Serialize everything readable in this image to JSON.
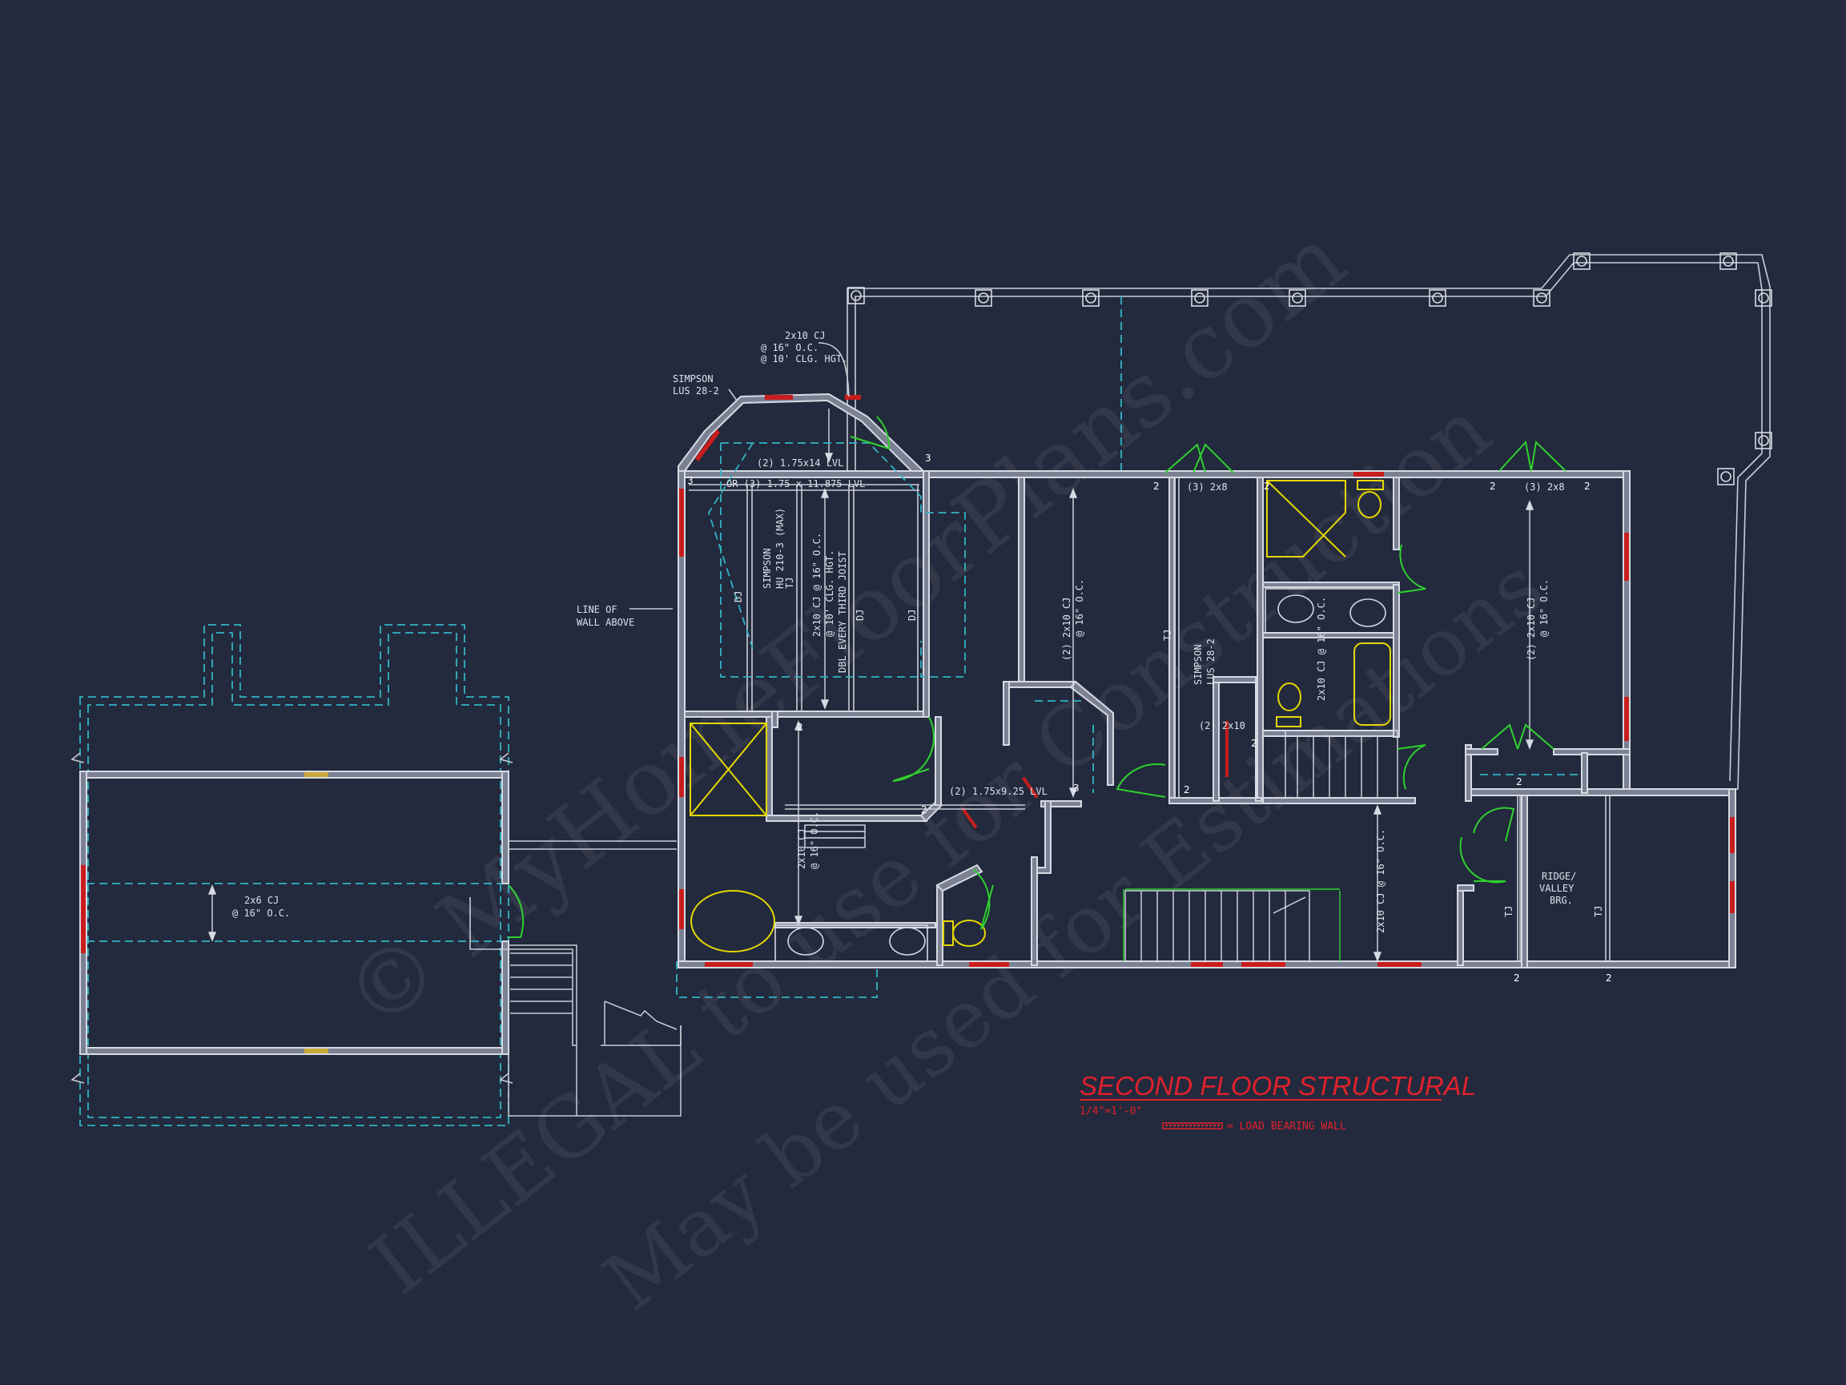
{
  "drawing": {
    "title": "SECOND FLOOR STRUCTURAL",
    "scale": "1/4\"=1'-0\"",
    "legend_label": "= LOAD BEARING WALL"
  },
  "watermark": {
    "line1": "© MyHomeFloorPlans.com",
    "line2": "ILLEGAL to use for Construction",
    "line3": "May be used for Estimations"
  },
  "notes": {
    "cj_bay_1": "2x10 CJ",
    "cj_bay_2": "@ 16\" O.C.",
    "cj_bay_3": "@ 10' CLG. HGT.",
    "simpson_lus_1": "SIMPSON",
    "simpson_lus_2": "LUS 28-2",
    "lvl_top": "(2) 1.75x14 LVL",
    "lvl_or": "OR (3) 1.75 x 11.875 LVL",
    "simpson_hu_1": "SIMPSON",
    "simpson_hu_2": "HU 210-3 (MAX)",
    "cj_center_1": "2x10 CJ @ 16\" O.C.",
    "cj_center_2": "@ 10' CLG. HGT.",
    "cj_center_3": "DBL EVERY THIRD JOIST",
    "dj": "DJ",
    "tj": "TJ",
    "line_of_wall_1": "LINE OF",
    "line_of_wall_2": "WALL ABOVE",
    "cj_room2_1": "(2) 2x10 CJ",
    "cj_room2_2": "@ 16\" O.C.",
    "header_3x8": "(3) 2x8",
    "simpson_lus_b1": "SIMPSON",
    "simpson_lus_b2": "LUS 28-2",
    "header_2x10": "(2) 2x10",
    "cj_bath": "2x10 CJ @ 16\" O.C.",
    "lvl_hall": "(2) 1.75x9.25 LVL",
    "cj_lower_1": "2x10 CJ",
    "cj_lower_2": "@ 16\" O.C.",
    "cj_hall": "2x10 CJ @ 16\" O.C.",
    "ridge_1": "RIDGE/",
    "ridge_2": "VALLEY",
    "ridge_3": "BRG.",
    "garage_cj_1": "2x6 CJ",
    "garage_cj_2": "@ 16\" O.C.",
    "n2": "2",
    "n3": "3"
  }
}
